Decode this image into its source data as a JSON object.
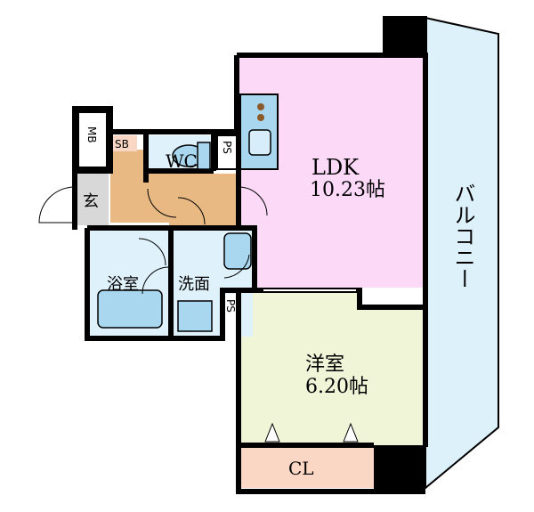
{
  "rooms": {
    "ldk": {
      "name": "LDK",
      "size": "10.23帖"
    },
    "western": {
      "name": "洋室",
      "size": "6.20帖"
    },
    "closet": {
      "name": "CL"
    },
    "bath": {
      "name": "浴室"
    },
    "washroom": {
      "name": "洗面"
    },
    "wc": {
      "name": "WC"
    },
    "entrance": {
      "name": "玄"
    },
    "balcony": {
      "name": "バルコニー"
    },
    "mb": {
      "name": "MB"
    },
    "sb": {
      "name": "SB"
    },
    "ps_upper": {
      "name": "PS"
    },
    "ps_lower": {
      "name": "PS"
    }
  },
  "colors": {
    "ldk": "#fbd9f7",
    "western": "#f1f5d8",
    "closet": "#f9d7c4",
    "entrance_hall": "#e9b984",
    "wet_area": "#dff1fb",
    "balcony": "#ddf1fb",
    "fixture": "#a9d7f0",
    "wall": "#000000"
  }
}
